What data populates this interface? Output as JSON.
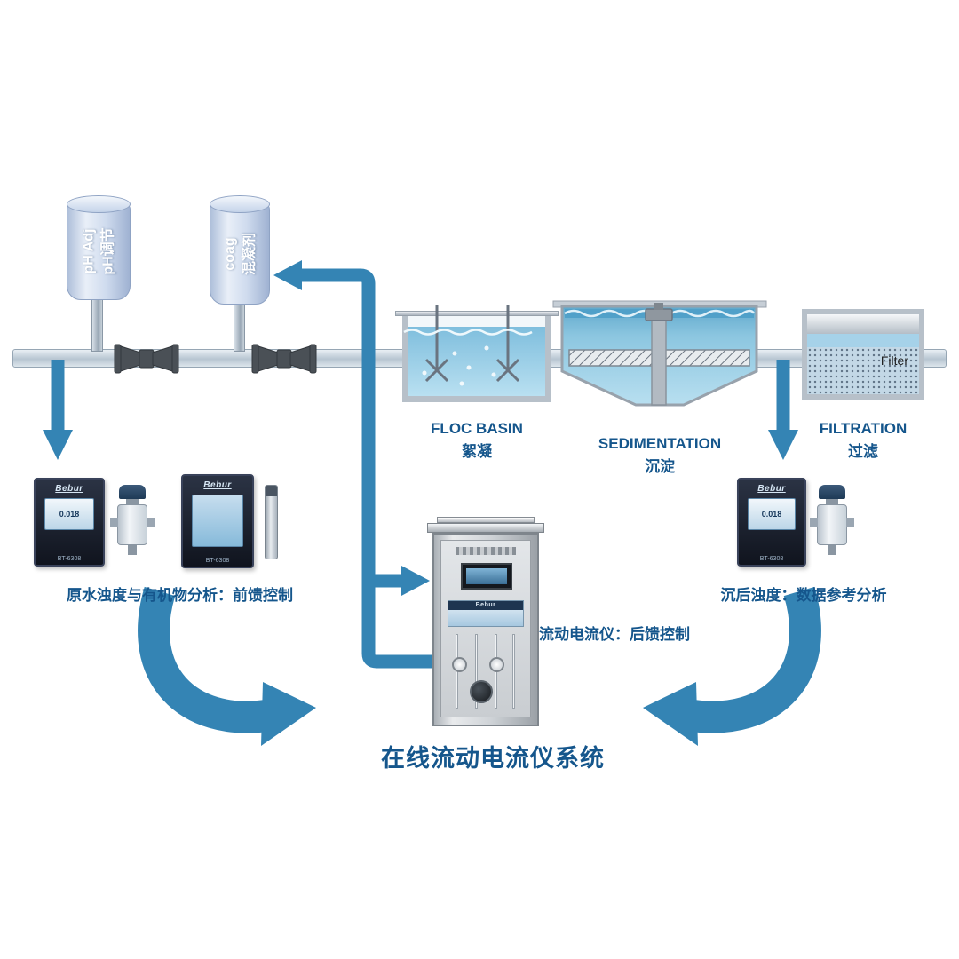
{
  "title": "在线流动电流仪系统",
  "tanks": {
    "ph": {
      "line1": "pH Adj",
      "line2": "pH调节"
    },
    "coag": {
      "line1": "coag",
      "line2": "混凝剂"
    }
  },
  "stages": {
    "floc": {
      "en": "FLOC BASIN",
      "zh": "絮凝"
    },
    "sedimentation": {
      "en": "SEDIMENTATION",
      "zh": "沉淀"
    },
    "filtration": {
      "en": "FILTRATION",
      "zh": "过滤",
      "media_label": "Filter"
    }
  },
  "analyzers": {
    "brand": "Bebur",
    "model": "BT-6308",
    "reading": "0.018"
  },
  "captions": {
    "left": "原水浊度与有机物分析：前馈控制",
    "center": "流动电流仪：后馈控制",
    "right": "沉后浊度：数据参考分析"
  },
  "colors": {
    "flow_blue": "#3484b4",
    "label_blue": "#15568c",
    "water_light": "#b9e0f1",
    "water_deep": "#5fa8cc",
    "pipe_gray": "#b7c5d1"
  }
}
